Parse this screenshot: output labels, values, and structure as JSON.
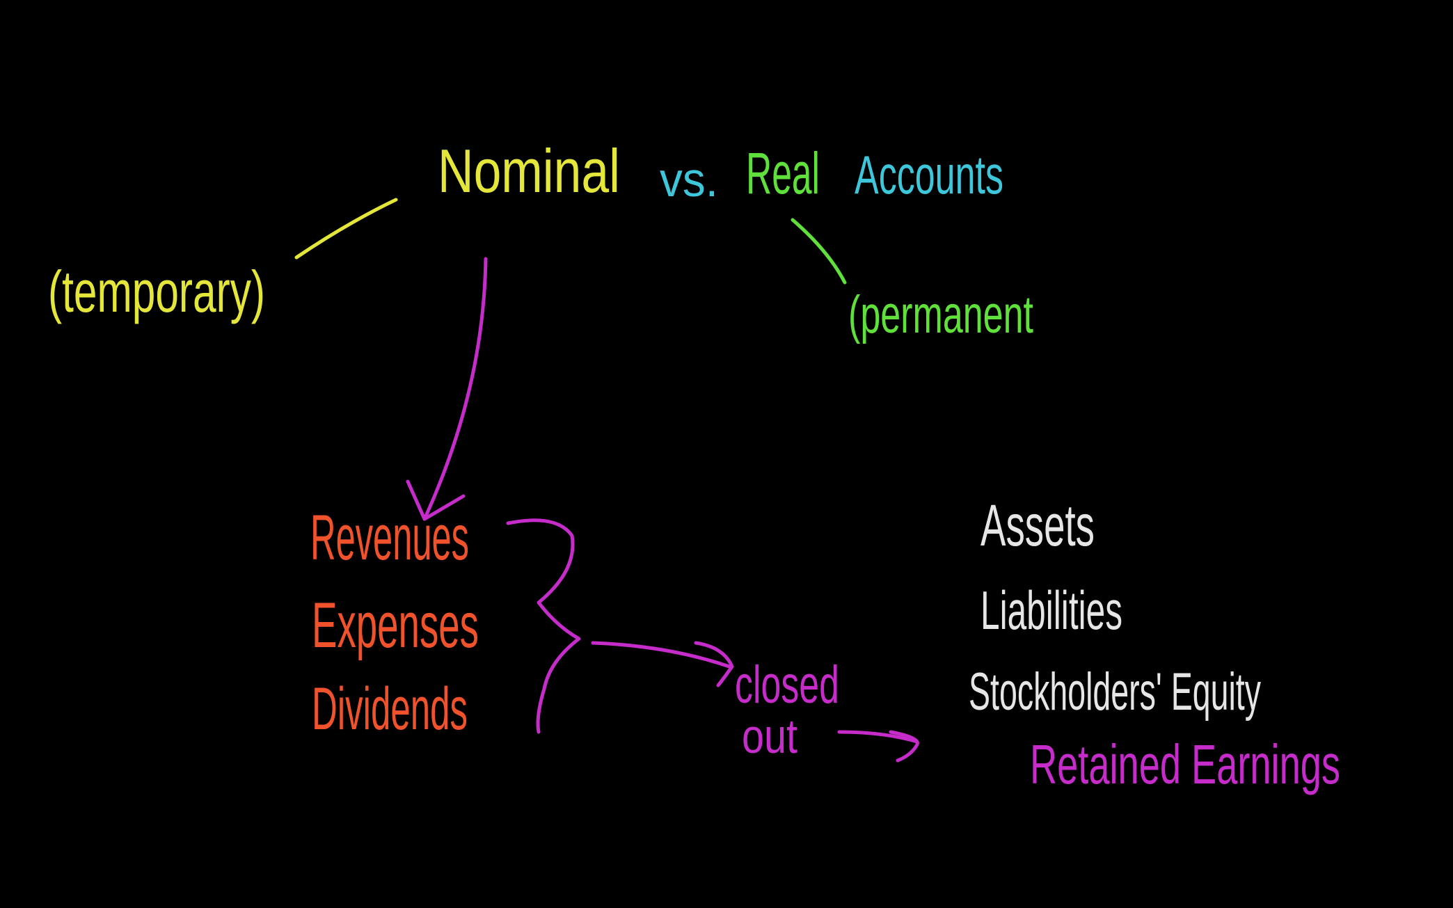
{
  "title": {
    "nominal": "Nominal",
    "vs": "vs.",
    "real": "Real",
    "accounts": "Accounts"
  },
  "nominal_note": "(temporary)",
  "real_note": "(permanent",
  "nominal_accounts": [
    "Revenues",
    "Expenses",
    "Dividends"
  ],
  "closed_out": {
    "line1": "closed",
    "line2": "out"
  },
  "real_accounts": [
    "Assets",
    "Liabilities",
    "Stockholders' Equity"
  ],
  "retained_earnings": "Retained Earnings",
  "colors": {
    "background": "#000000",
    "yellow": "#e4e63a",
    "cyan": "#3ec6da",
    "green": "#5fe03a",
    "magenta": "#c52cc9",
    "orange": "#f0522c",
    "white": "#e6e6e6"
  }
}
